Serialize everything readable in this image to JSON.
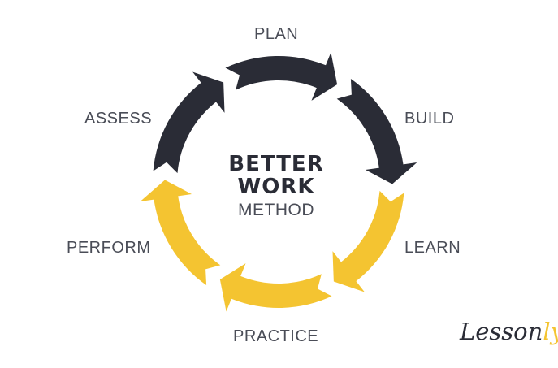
{
  "diagram": {
    "steps": [
      {
        "label": "PLAN"
      },
      {
        "label": "BUILD"
      },
      {
        "label": "LEARN"
      },
      {
        "label": "PRACTICE"
      },
      {
        "label": "PERFORM"
      },
      {
        "label": "ASSESS"
      }
    ],
    "center": {
      "line1": "BETTER",
      "line2": "WORK",
      "line3": "METHOD"
    },
    "colors": {
      "dark_segment": "#2a2c36",
      "yellow_segment": "#f4c431",
      "label_text": "#4a4d57"
    }
  },
  "logo": {
    "text_main": "Lesson",
    "text_accent": "ly"
  }
}
